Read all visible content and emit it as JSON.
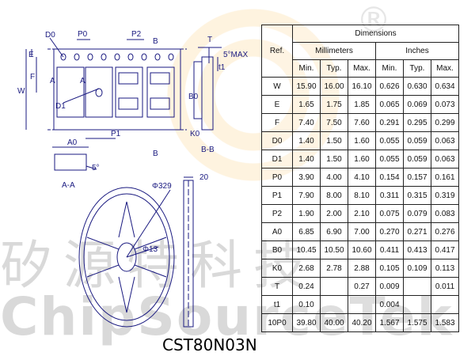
{
  "watermark": {
    "registered_symbol": "®",
    "chinese_text": "矽源特科技",
    "english_text": "ChipSourceTek"
  },
  "drawing_labels": {
    "d0": "D0",
    "p0": "P0",
    "p2": "P2",
    "e": "E",
    "f": "F",
    "w": "W",
    "a_left": "A",
    "a_right": "A",
    "d1": "D1",
    "p1": "P1",
    "b_top": "B",
    "b_bottom": "B",
    "t": "T",
    "t1": "t1",
    "max_angle": "5°MAX",
    "b0": "B0",
    "k0": "K0",
    "section_bb": "B-B",
    "a0": "A0",
    "angle5": "5°",
    "section_aa": "A-A",
    "reel_dia": "Φ329",
    "hub_dia": "Φ13",
    "reel_width": "20"
  },
  "table": {
    "title": "Dimensions",
    "ref_header": "Ref.",
    "group_mm": "Millimeters",
    "group_in": "Inches",
    "sub_headers": [
      "Min.",
      "Typ.",
      "Max.",
      "Min.",
      "Typ.",
      "Max."
    ],
    "rows": [
      {
        "ref": "W",
        "vals": [
          "15.90",
          "16.00",
          "16.10",
          "0.626",
          "0.630",
          "0.634"
        ]
      },
      {
        "ref": "E",
        "vals": [
          "1.65",
          "1.75",
          "1.85",
          "0.065",
          "0.069",
          "0.073"
        ]
      },
      {
        "ref": "F",
        "vals": [
          "7.40",
          "7.50",
          "7.60",
          "0.291",
          "0.295",
          "0.299"
        ]
      },
      {
        "ref": "D0",
        "vals": [
          "1.40",
          "1.50",
          "1.60",
          "0.055",
          "0.059",
          "0.063"
        ]
      },
      {
        "ref": "D1",
        "vals": [
          "1.40",
          "1.50",
          "1.60",
          "0.055",
          "0.059",
          "0.063"
        ]
      },
      {
        "ref": "P0",
        "vals": [
          "3.90",
          "4.00",
          "4.10",
          "0.154",
          "0.157",
          "0.161"
        ]
      },
      {
        "ref": "P1",
        "vals": [
          "7.90",
          "8.00",
          "8.10",
          "0.311",
          "0.315",
          "0.319"
        ]
      },
      {
        "ref": "P2",
        "vals": [
          "1.90",
          "2.00",
          "2.10",
          "0.075",
          "0.079",
          "0.083"
        ]
      },
      {
        "ref": "A0",
        "vals": [
          "6.85",
          "6.90",
          "7.00",
          "0.270",
          "0.271",
          "0.276"
        ]
      },
      {
        "ref": "B0",
        "vals": [
          "10.45",
          "10.50",
          "10.60",
          "0.411",
          "0.413",
          "0.417"
        ]
      },
      {
        "ref": "K0",
        "vals": [
          "2.68",
          "2.78",
          "2.88",
          "0.105",
          "0.109",
          "0.113"
        ]
      },
      {
        "ref": "T",
        "vals": [
          "0.24",
          "",
          "0.27",
          "0.009",
          "",
          "0.011"
        ]
      },
      {
        "ref": "t1",
        "vals": [
          "0.10",
          "",
          "",
          "0.004",
          "",
          ""
        ]
      },
      {
        "ref": "10P0",
        "vals": [
          "39.80",
          "40.00",
          "40.20",
          "1.567",
          "1.575",
          "1.583"
        ]
      }
    ]
  },
  "part_number": "CST80N03N",
  "colors": {
    "drawing_line": "#1a1a80",
    "watermark_text": "#d9d9d9",
    "watermark_logo": "#fac86e"
  }
}
